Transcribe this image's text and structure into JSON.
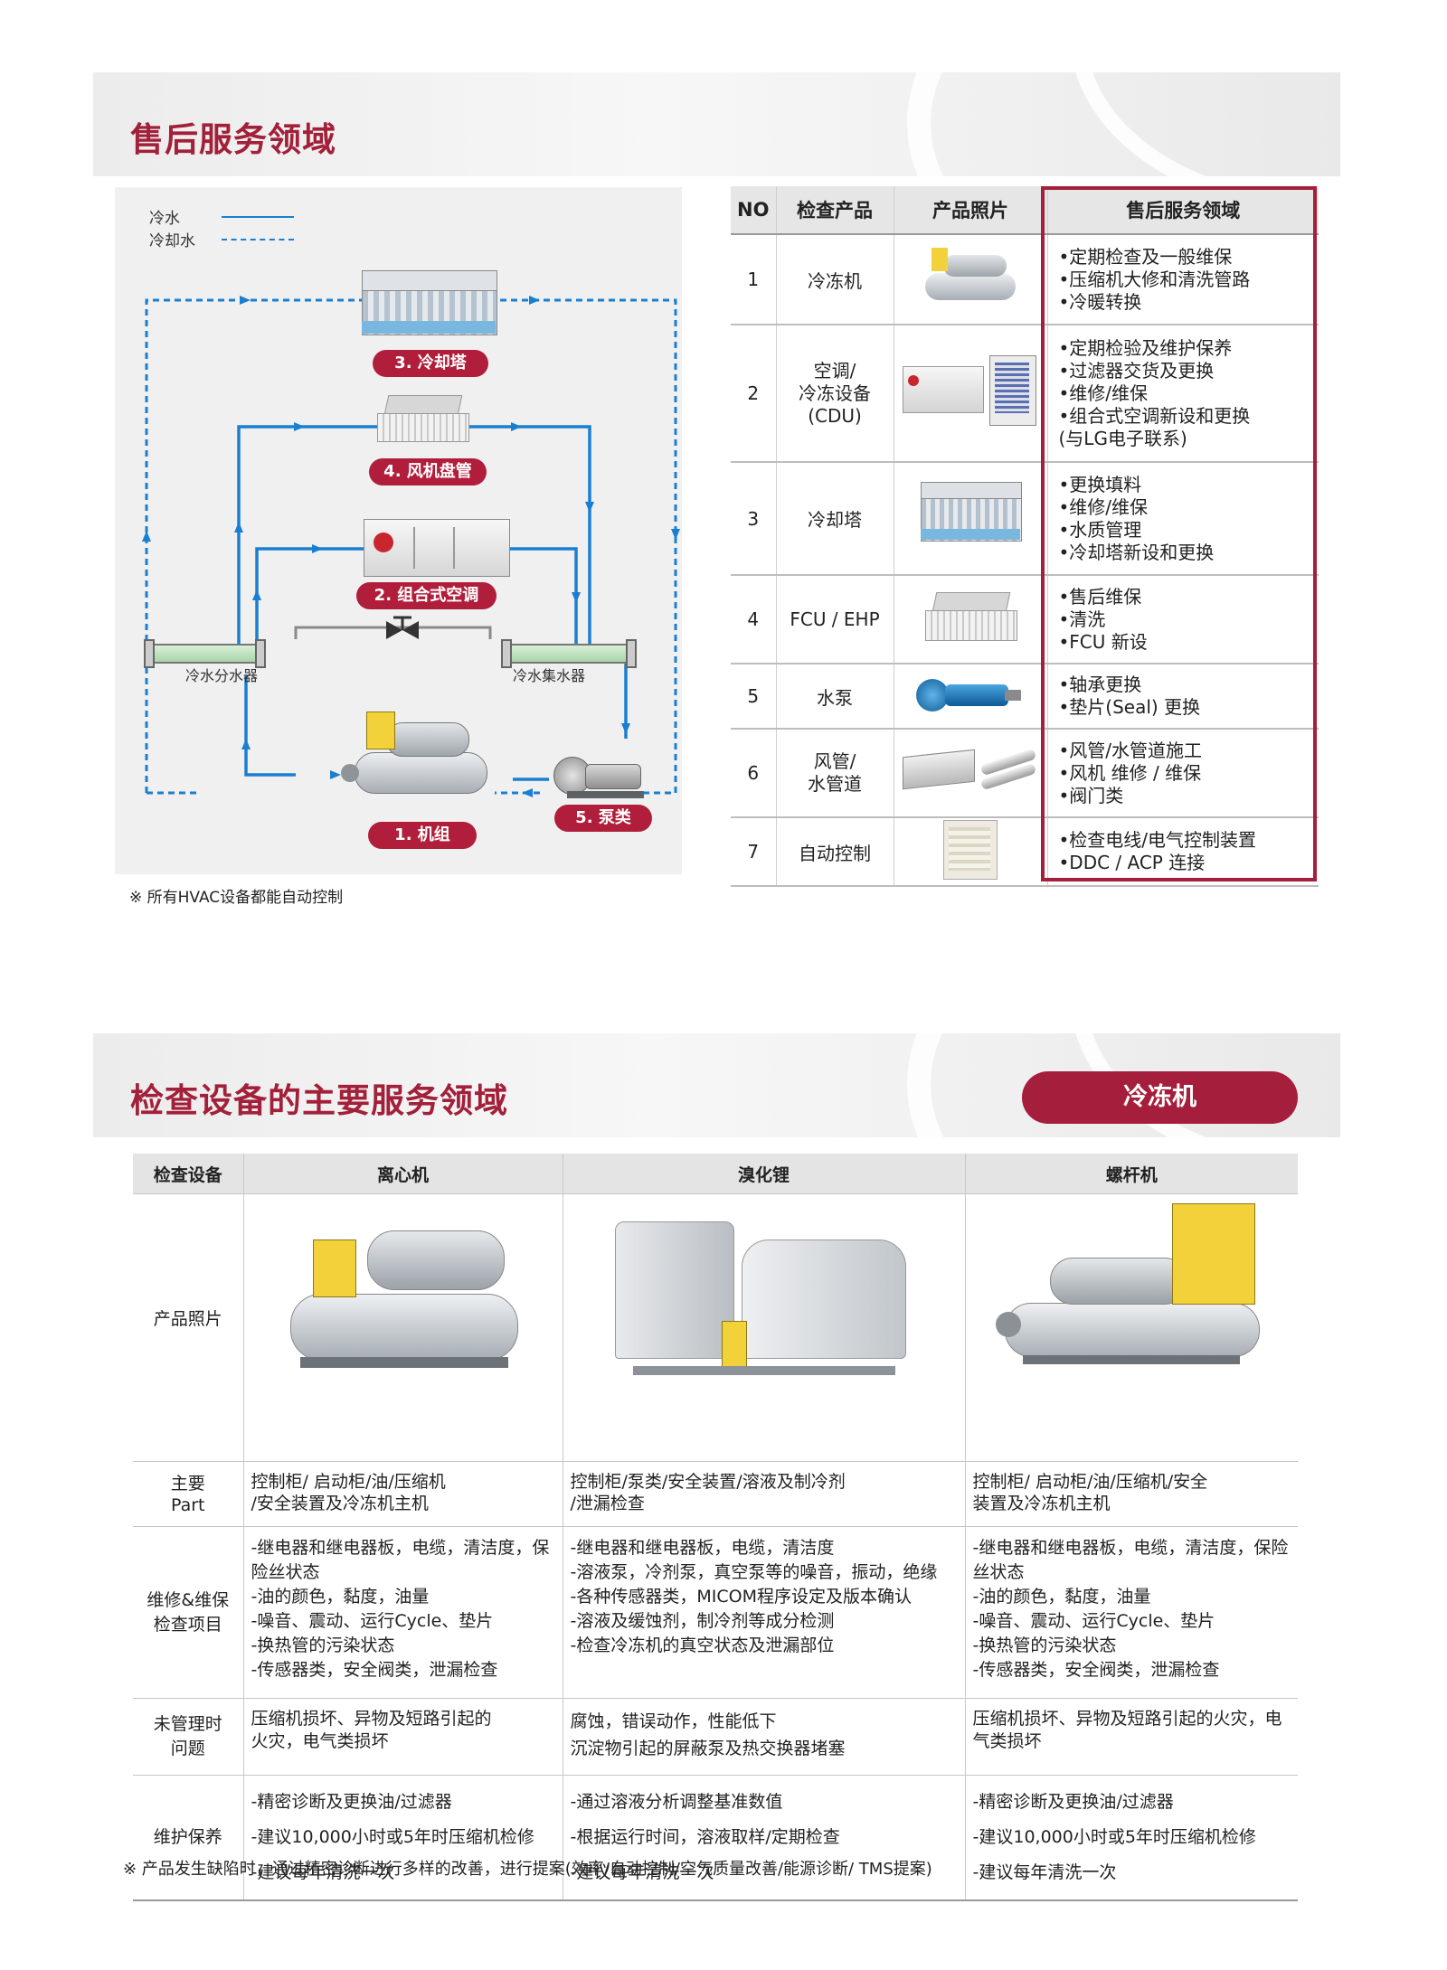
{
  "section1": {
    "title": "售后服务领域",
    "legend": {
      "chilled_water": "冷水",
      "cooling_water": "冷却水"
    },
    "diagram_labels": {
      "tower": "3. 冷却塔",
      "fcu": "4. 风机盘管",
      "ahu": "2. 组合式空调",
      "chiller": "1. 机组",
      "pump": "5. 泵类",
      "supply_header": "冷水分水器",
      "return_header": "冷水集水器"
    },
    "note": "※ 所有HVAC设备都能自动控制",
    "table": {
      "headers": [
        "NO",
        "检查产品",
        "产品照片",
        "售后服务领域"
      ],
      "rows": [
        {
          "no": "1",
          "product": "冷冻机",
          "services": [
            "•定期检查及一般维保",
            "•压缩机大修和清洗管路",
            "•冷暖转换"
          ]
        },
        {
          "no": "2",
          "product": "空调/\n冷冻设备\n(CDU)",
          "services": [
            "•定期检验及维护保养",
            "•过滤器交货及更换",
            "•维修/维保",
            "•组合式空调新设和更换",
            "(与LG电子联系)"
          ]
        },
        {
          "no": "3",
          "product": "冷却塔",
          "services": [
            "•更换填料",
            "•维修/维保",
            "•水质管理",
            "•冷却塔新设和更换"
          ]
        },
        {
          "no": "4",
          "product": "FCU / EHP",
          "services": [
            "•售后维保",
            "•清洗",
            "•FCU 新设"
          ]
        },
        {
          "no": "5",
          "product": "水泵",
          "services": [
            "•轴承更换",
            "•垫片(Seal) 更换"
          ]
        },
        {
          "no": "6",
          "product": "风管/\n水管道",
          "services": [
            "•风管/水管道施工",
            "•风机 维修 / 维保",
            "•阀门类"
          ]
        },
        {
          "no": "7",
          "product": "自动控制",
          "services": [
            "•检查电线/电气控制装置",
            "•DDC / ACP 连接"
          ]
        }
      ]
    }
  },
  "section2": {
    "title": "检查设备的主要服务领域",
    "pill": "冷冻机",
    "table": {
      "headers": [
        "检查设备",
        "离心机",
        "溴化锂",
        "螺杆机"
      ],
      "rows": {
        "photo": {
          "head": "产品照片"
        },
        "part": {
          "head": "主要\nPart",
          "cells": [
            "控制柜/ 启动柜/油/压缩机\n/安全装置及冷冻机主机",
            "控制柜/泵类/安全装置/溶液及制冷剂\n/泄漏检查",
            "控制柜/ 启动柜/油/压缩机/安全\n装置及冷冻机主机"
          ]
        },
        "inspection": {
          "head": "维修&维保\n检查项目",
          "cells": [
            [
              "-继电器和继电器板，电缆，清洁度，保险丝状态",
              "-油的颜色，黏度，油量",
              "-噪音、震动、运行Cycle、垫片",
              "-换热管的污染状态",
              "-传感器类，安全阀类，泄漏检查"
            ],
            [
              "-继电器和继电器板，电缆，清洁度",
              "-溶液泵，冷剂泵，真空泵等的噪音，振动，绝缘",
              "-各种传感器类，MICOM程序设定及版本确认",
              "-溶液及缓蚀剂，制冷剂等成分检测",
              "-检查冷冻机的真空状态及泄漏部位"
            ],
            [
              "-继电器和继电器板，电缆，清洁度，保险丝状态",
              "-油的颜色，黏度，油量",
              "-噪音、震动、运行Cycle、垫片",
              "-换热管的污染状态",
              "-传感器类，安全阀类，泄漏检查"
            ]
          ]
        },
        "issues": {
          "head": "未管理时\n问题",
          "cells": [
            "压缩机损坏、异物及短路引起的\n火灾，电气类损坏",
            "腐蚀，错误动作，性能低下\n沉淀物引起的屏蔽泵及热交换器堵塞",
            "压缩机损坏、异物及短路引起的火灾，电\n气类损坏"
          ]
        },
        "maintenance": {
          "head": "维护保养",
          "cells": [
            [
              "-精密诊断及更换油/过滤器",
              "-建议10,000小时或5年时压缩机检修",
              "-建议每年清洗一次"
            ],
            [
              "-通过溶液分析调整基准数值",
              "-根据运行时间，溶液取样/定期检查",
              "-建议每年清洗一次"
            ],
            [
              "-精密诊断及更换油/过滤器",
              "-建议10,000小时或5年时压缩机检修",
              "-建议每年清洗一次"
            ]
          ]
        }
      }
    },
    "footnote": "※ 产品发生缺陷时，通过精密诊断进行多样的改善，进行提案(效率/自动控制/空气质量改善/能源诊断/ TMS提案)"
  },
  "colors": {
    "brand": "#a51e3b",
    "pipe": "#1a7fd1"
  }
}
